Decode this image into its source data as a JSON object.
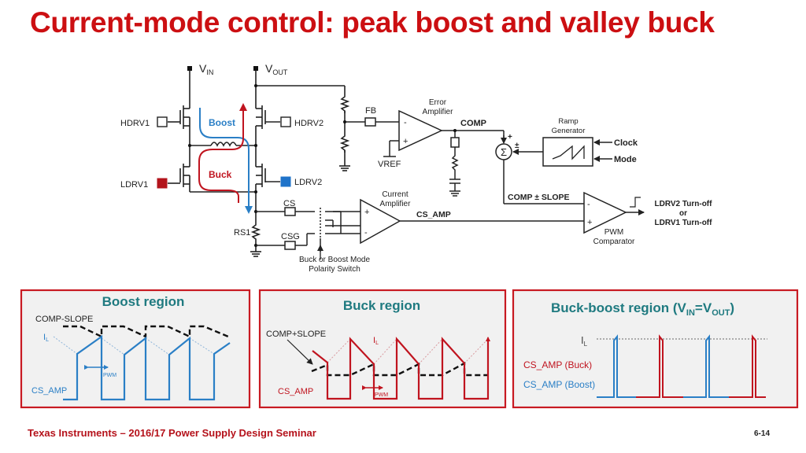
{
  "slide": {
    "title": "Current-mode control: peak boost and valley buck",
    "footer": "Texas Instruments – 2016/17 Power Supply Design Seminar",
    "page_number": "6-14"
  },
  "colors": {
    "title_red": "#cc0f12",
    "boost_blue": "#2a7fc6",
    "buck_red": "#c0141f",
    "panel_border": "#c81a22",
    "panel_bg": "#f1f1f1",
    "panel_title_teal": "#1f7a80",
    "wire": "#222222"
  },
  "schematic": {
    "vin": {
      "main": "V",
      "sub": "IN"
    },
    "vout": {
      "main": "V",
      "sub": "OUT"
    },
    "hdrv1": "HDRV1",
    "hdrv2": "HDRV2",
    "ldrv1": "LDRV1",
    "ldrv2": "LDRV2",
    "boost_path": "Boost",
    "buck_path": "Buck",
    "rs1": "RS1",
    "fb": "FB",
    "cs": "CS",
    "csg": "CSG",
    "vref": "VREF",
    "error_amp": [
      "Error",
      "Amplifier"
    ],
    "comp": "COMP",
    "current_amp": [
      "Current",
      "Amplifier"
    ],
    "cs_amp": "CS_AMP",
    "polarity_switch": [
      "Buck or Boost Mode",
      "Polarity Switch"
    ],
    "sum_symbol": "Σ",
    "sum_plus": "+",
    "sum_pm": "±",
    "ramp_generator": [
      "Ramp",
      "Generator"
    ],
    "clock": "Clock",
    "mode": "Mode",
    "comp_slope": "COMP ± SLOPE",
    "pwm_comparator": [
      "PWM",
      "Comparator"
    ],
    "output": [
      "LDRV2 Turn-off",
      "or",
      "LDRV1 Turn-off"
    ],
    "minus": "-",
    "plus": "+"
  },
  "panels": {
    "boost": {
      "title": "Boost region",
      "comp_label": "COMP-SLOPE",
      "il_label": {
        "main": "I",
        "sub": "L"
      },
      "cs_label": "CS_AMP",
      "pwm_label": "PWM"
    },
    "buck": {
      "title": "Buck region",
      "comp_label": "COMP+SLOPE",
      "il_label": {
        "main": "I",
        "sub": "L"
      },
      "cs_label": "CS_AMP",
      "pwm_label": "PWM"
    },
    "buckboost": {
      "title_main": "Buck-boost region (V",
      "title_sub1": "IN",
      "title_eq": "=V",
      "title_sub2": "OUT",
      "title_end": ")",
      "il_label": {
        "main": "I",
        "sub": "L"
      },
      "cs_buck_label": "CS_AMP (Buck)",
      "cs_boost_label": "CS_AMP (Boost)"
    }
  }
}
